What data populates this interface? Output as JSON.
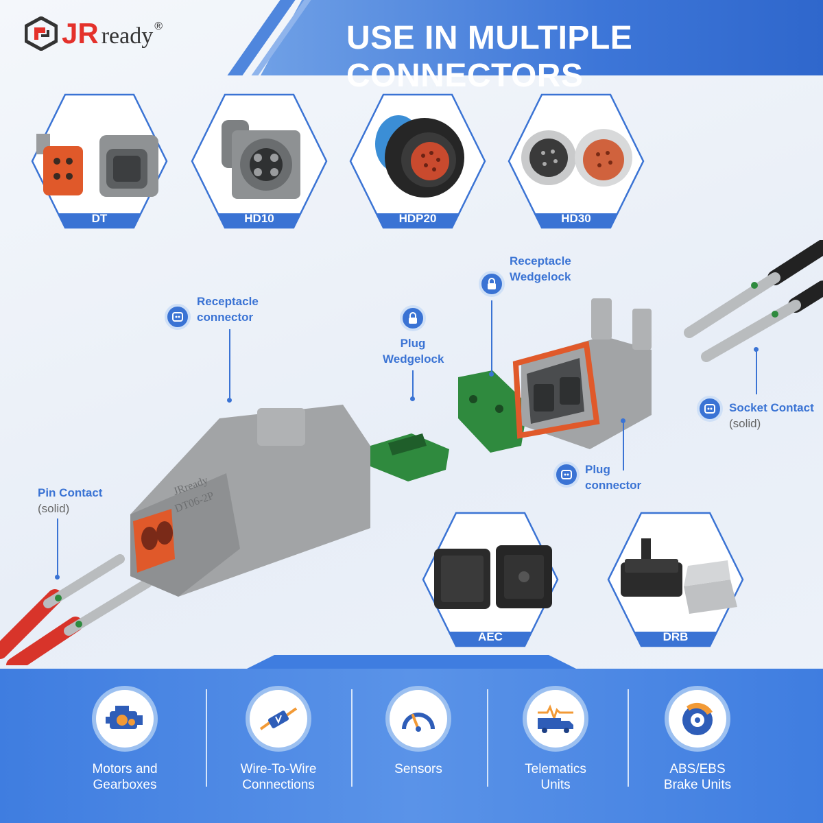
{
  "brand": {
    "name_jr": "JR",
    "name_ready": "ready",
    "registered": "®"
  },
  "header": {
    "title": "USE IN MULTIPLE CONNECTORS"
  },
  "colors": {
    "accent_blue": "#3a73d4",
    "header_blue": "#3d76d8",
    "brand_red": "#e4312b",
    "connector_gray": "#9a9c9e",
    "wedgelock_green": "#2f8a3e",
    "seal_orange": "#e0592a"
  },
  "connector_types": [
    {
      "label": "DT",
      "icon": "dt-connector-icon"
    },
    {
      "label": "HD10",
      "icon": "hd10-connector-icon"
    },
    {
      "label": "HDP20",
      "icon": "hdp20-connector-icon"
    },
    {
      "label": "HD30",
      "icon": "hd30-connector-icon"
    },
    {
      "label": "AEC",
      "icon": "aec-connector-icon"
    },
    {
      "label": "DRB",
      "icon": "drb-connector-icon"
    }
  ],
  "callouts": {
    "receptacle_connector": {
      "line1": "Receptacle",
      "line2": "connector"
    },
    "plug_wedgelock": {
      "line1": "Plug",
      "line2": "Wedgelock"
    },
    "receptacle_wedgelock": {
      "line1": "Receptacle",
      "line2": "Wedgelock"
    },
    "socket_contact": {
      "line1": "Socket Contact",
      "line2": "(solid)"
    },
    "plug_connector": {
      "line1": "Plug",
      "line2": "connector"
    },
    "pin_contact": {
      "line1": "Pin Contact",
      "line2": "(solid)"
    }
  },
  "product_marking": {
    "brand": "JRready",
    "model": "DT06-2P"
  },
  "applications": [
    {
      "line1": "Motors and",
      "line2": "Gearboxes",
      "icon": "engine-icon"
    },
    {
      "line1": "Wire-To-Wire",
      "line2": "Connections",
      "icon": "wire-connection-icon"
    },
    {
      "line1": "Sensors",
      "line2": "",
      "icon": "gauge-icon"
    },
    {
      "line1": "Telematics",
      "line2": "Units",
      "icon": "truck-telematics-icon"
    },
    {
      "line1": "ABS/EBS",
      "line2": "Brake Units",
      "icon": "brake-disc-icon"
    }
  ]
}
